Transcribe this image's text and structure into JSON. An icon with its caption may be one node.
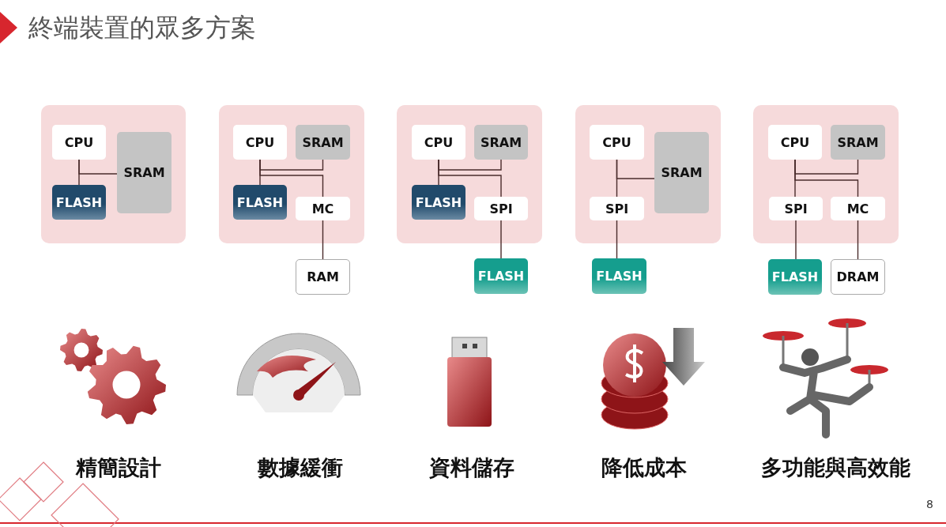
{
  "diagram": {
    "title": "終端裝置的眾多方案",
    "nodes": [
      {
        "text": [],
        "shape": "box"
      },
      {
        "text": [
          "CPU"
        ],
        "in": 0
      },
      {
        "text": [
          "SRAM"
        ],
        "in": 0
      },
      {
        "text": [
          "FLASH"
        ],
        "in": 0
      },
      {
        "text": [],
        "shape": "box"
      },
      {
        "text": [
          "CPU"
        ],
        "in": 4
      },
      {
        "text": [
          "SRAM"
        ],
        "in": 4
      },
      {
        "text": [
          "FLASH"
        ],
        "in": 4
      },
      {
        "text": [
          "MC"
        ],
        "in": 4
      },
      {
        "text": [
          "RAM"
        ]
      },
      {
        "text": [],
        "shape": "box"
      },
      {
        "text": [
          "CPU"
        ],
        "in": 10
      },
      {
        "text": [
          "SRAM"
        ],
        "in": 10
      },
      {
        "text": [
          "FLASH"
        ],
        "in": 10
      },
      {
        "text": [
          "SPI"
        ],
        "in": 10
      },
      {
        "text": [
          "FLASH"
        ]
      },
      {
        "text": [],
        "shape": "box"
      },
      {
        "text": [
          "CPU"
        ],
        "in": 16
      },
      {
        "text": [
          "SRAM"
        ],
        "in": 16
      },
      {
        "text": [
          "SPI"
        ],
        "in": 16
      },
      {
        "text": [
          "FLASH"
        ]
      },
      {
        "text": [],
        "shape": "box"
      },
      {
        "text": [
          "CPU"
        ],
        "in": 21
      },
      {
        "text": [
          "SRAM"
        ],
        "in": 21
      },
      {
        "text": [
          "SPI"
        ],
        "in": 21
      },
      {
        "text": [
          "MC"
        ],
        "in": 21
      },
      {
        "text": [
          "FLASH"
        ]
      },
      {
        "text": [
          "DRAM"
        ]
      }
    ],
    "edges": [
      {
        "from": 1,
        "to": 3,
        "arrow": "none"
      },
      {
        "from": 1,
        "to": 2,
        "arrow": "none"
      },
      {
        "from": 5,
        "to": 7,
        "arrow": "none"
      },
      {
        "from": 5,
        "to": 6,
        "arrow": "none"
      },
      {
        "from": 5,
        "to": 8,
        "arrow": "none"
      },
      {
        "from": 8,
        "to": 9,
        "arrow": "none"
      },
      {
        "from": 11,
        "to": 13,
        "arrow": "none"
      },
      {
        "from": 11,
        "to": 12,
        "arrow": "none"
      },
      {
        "from": 11,
        "to": 14,
        "arrow": "none"
      },
      {
        "from": 14,
        "to": 15,
        "arrow": "none"
      },
      {
        "from": 17,
        "to": 19,
        "arrow": "none"
      },
      {
        "from": 17,
        "to": 18,
        "arrow": "none"
      },
      {
        "from": 19,
        "to": 20,
        "arrow": "none"
      },
      {
        "from": 22,
        "to": 24,
        "arrow": "none"
      },
      {
        "from": 22,
        "to": 23,
        "arrow": "none"
      },
      {
        "from": 22,
        "to": 25,
        "arrow": "none"
      },
      {
        "from": 24,
        "to": 26,
        "arrow": "none"
      },
      {
        "from": 25,
        "to": 27,
        "arrow": "none"
      }
    ],
    "labels": [
      "精簡設計",
      "數據緩衝",
      "資料儲存",
      "降低成本",
      "多功能與高效能",
      "8"
    ]
  }
}
